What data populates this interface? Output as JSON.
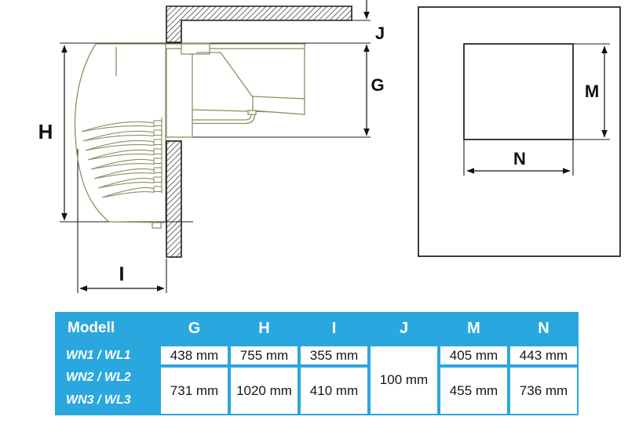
{
  "diagram": {
    "side_view": {
      "labels": {
        "H": "H",
        "I": "I",
        "J": "J",
        "G": "G"
      }
    },
    "cutout_view": {
      "labels": {
        "M": "M",
        "N": "N"
      }
    }
  },
  "table": {
    "accent_color": "#2aa7df",
    "model_header": "Modell",
    "dim_headers": [
      "G",
      "H",
      "I",
      "J",
      "M",
      "N"
    ],
    "model_labels": [
      "WN1 / WL1",
      "WN2 / WL2",
      "WN3 / WL3"
    ],
    "row1": [
      "438 mm",
      "755 mm",
      "355 mm",
      "405 mm",
      "443 mm"
    ],
    "row2": [
      "731 mm",
      "1020 mm",
      "410 mm",
      "455 mm",
      "736 mm"
    ],
    "j_shared": "100 mm"
  }
}
